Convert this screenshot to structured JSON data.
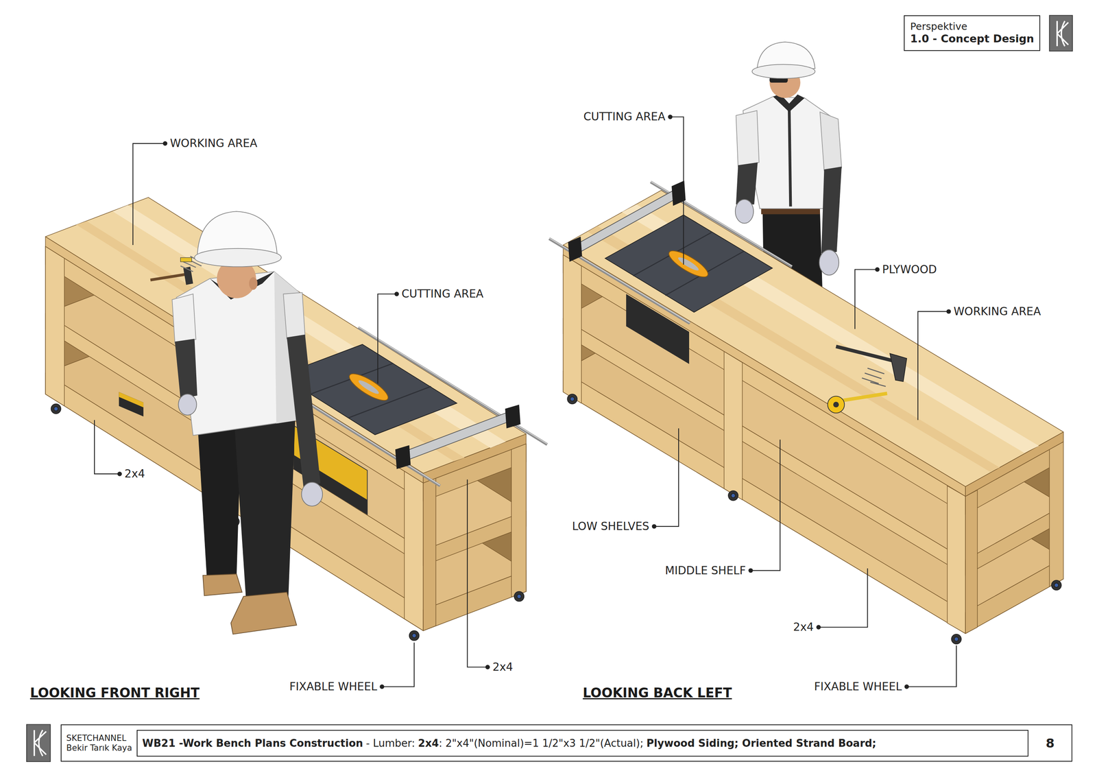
{
  "diagram": {
    "nodes": [
      {
        "text": [
          "Perspektive",
          "1.0 - Concept Design"
        ]
      },
      {
        "text": [
          "8"
        ]
      },
      {
        "text": [
          "SKETCHANNEL",
          "Bekir Tarık Kaya"
        ],
        "in": 1
      },
      {
        "text": [
          "WB21 -Work Bench Plans Construction",
          "- Lumber:",
          "2x4",
          ": 2\"x4\"(Nominal)=1 1/2\"x3 1/2\"(Actual);",
          "Plywood Siding; Oriented Strand Board;"
        ],
        "in": 1
      }
    ],
    "labels": [
      "WORKING AREA",
      "CUTTING AREA",
      "2x4",
      "FIXABLE WHEEL",
      "2x4",
      "LOOKING FRONT RIGHT",
      "CUTTING AREA",
      "PLYWOOD",
      "WORKING AREA",
      "LOW SHELVES",
      "MIDDLE SHELF",
      "2x4",
      "FIXABLE WHEEL",
      "LOOKING BACK LEFT"
    ]
  }
}
